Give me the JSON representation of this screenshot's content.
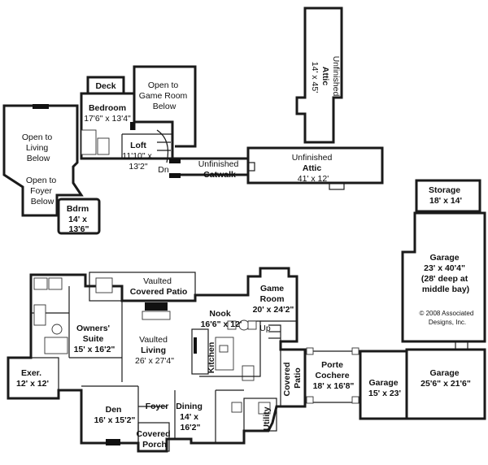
{
  "labels": {
    "deck": [
      "Deck"
    ],
    "open_game_room": [
      "Open to",
      "Game Room",
      "Below"
    ],
    "bedroom_name": [
      "Bedroom"
    ],
    "bedroom_dim": [
      "17'6\" x 13'4\""
    ],
    "open_living": [
      "Open to",
      "Living",
      "Below"
    ],
    "open_foyer": [
      "Open to",
      "Foyer",
      "Below"
    ],
    "loft_name": [
      "Loft"
    ],
    "loft_dim": [
      "11'10\" x",
      "13'2\""
    ],
    "dn": [
      "Dn"
    ],
    "catwalk": [
      "Unfinished",
      "Catwalk"
    ],
    "bdrm": [
      "Bdrm",
      "14' x",
      "13'6\""
    ],
    "attic_upper": [
      "Unfinished",
      "Attic",
      "14' x 45'"
    ],
    "attic_lower": [
      "Unfinished",
      "Attic",
      "41' x 12'"
    ],
    "storage": [
      "Storage",
      "18' x 14'"
    ],
    "garage_big": [
      "Garage",
      "23' x 40'4\"",
      "(28' deep at",
      "middle bay)"
    ],
    "copyright": [
      "© 2008 Associated",
      "Designs, Inc."
    ],
    "covered_patio": [
      "Vaulted",
      "Covered Patio"
    ],
    "game_room": [
      "Game",
      "Room",
      "20' x 24'2\""
    ],
    "owners_suite": [
      "Owners'",
      "Suite",
      "15' x 16'2\""
    ],
    "living": [
      "Vaulted",
      "Living",
      "26' x 27'4\""
    ],
    "nook": [
      "Nook",
      "16'6\" x 12'"
    ],
    "up": [
      "Up"
    ],
    "kitchen": [
      "Kitchen"
    ],
    "exer": [
      "Exer.",
      "12' x 12'"
    ],
    "porte_cochere": [
      "Porte",
      "Cochere",
      "18' x 16'8\""
    ],
    "garage_small": [
      "Garage",
      "15' x 23'"
    ],
    "garage_right": [
      "Garage",
      "25'6\" x 21'6\""
    ],
    "den": [
      "Den",
      "16' x 15'2\""
    ],
    "foyer": [
      "Foyer"
    ],
    "dining": [
      "Dining",
      "14' x",
      "16'2\""
    ],
    "covered_porch": [
      "Covered",
      "Porch"
    ],
    "utility": [
      "Utility"
    ],
    "covered_patio_side": [
      "Covered",
      "Patio"
    ]
  }
}
